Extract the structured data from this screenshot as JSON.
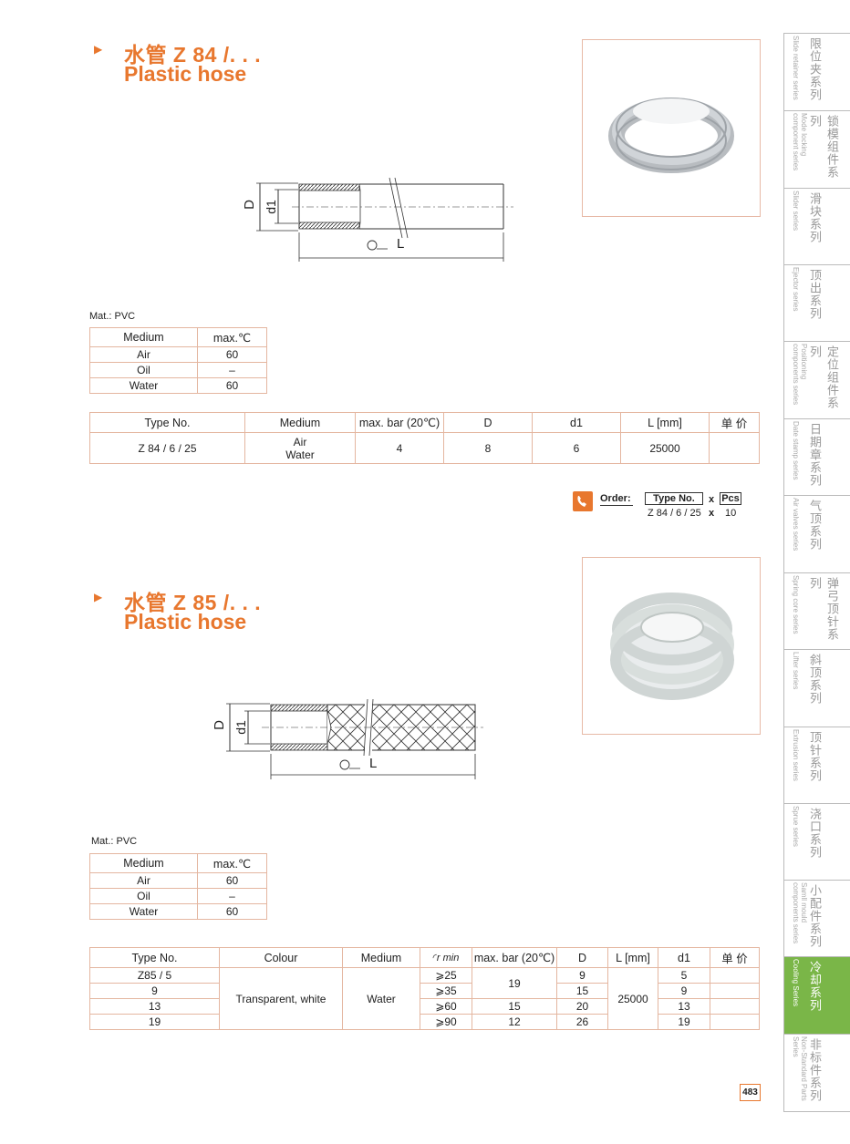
{
  "section1": {
    "title_cn": "水管 Z 84 /. . .",
    "title_en": "Plastic hose",
    "material": "Mat.: PVC",
    "medium_table": {
      "headers": [
        "Medium",
        "max.℃"
      ],
      "rows": [
        [
          "Air",
          "60"
        ],
        [
          "Oil",
          "–"
        ],
        [
          "Water",
          "60"
        ]
      ]
    },
    "spec_table": {
      "headers": [
        "Type No.",
        "Medium",
        "max. bar (20℃)",
        "D",
        "d1",
        "L [mm]",
        "单 价"
      ],
      "row": {
        "type": "Z 84 / 6 / 25",
        "medium_1": "Air",
        "medium_2": "Water",
        "max_bar": "4",
        "D": "8",
        "d1": "6",
        "L": "25000",
        "price": ""
      }
    },
    "diagram": {
      "label_D": "D",
      "label_d1": "d1",
      "label_L": "L"
    }
  },
  "order": {
    "label": "Order:",
    "type_header": "Type No.",
    "x": "x",
    "pcs_header": "Pcs",
    "type_value": "Z 84 / 6 / 25",
    "x2": "x",
    "pcs_value": "10"
  },
  "section2": {
    "title_cn": "水管 Z 85 /. . .",
    "title_en": "Plastic hose",
    "material": "Mat.: PVC",
    "medium_table": {
      "headers": [
        "Medium",
        "max.℃"
      ],
      "rows": [
        [
          "Air",
          "60"
        ],
        [
          "Oil",
          "–"
        ],
        [
          "Water",
          "60"
        ]
      ]
    },
    "spec_table": {
      "headers": [
        "Type No.",
        "Colour",
        "Medium",
        "r min",
        "max. bar (20℃)",
        "D",
        "L [mm]",
        "d1",
        "单 价"
      ],
      "colour": "Transparent, white",
      "medium": "Water",
      "L": "25000",
      "rows": [
        {
          "type": "Z85 /  5",
          "r": "⩾25",
          "bar": "19",
          "D": "9",
          "d1": "5"
        },
        {
          "type": "9",
          "r": "⩾35",
          "bar": "",
          "D": "15",
          "d1": "9"
        },
        {
          "type": "13",
          "r": "⩾60",
          "bar": "15",
          "D": "20",
          "d1": "13"
        },
        {
          "type": "19",
          "r": "⩾90",
          "bar": "12",
          "D": "26",
          "d1": "19"
        }
      ]
    },
    "diagram": {
      "label_D": "D",
      "label_d1": "d1",
      "label_L": "L"
    }
  },
  "sidebar": {
    "items": [
      {
        "cn": "限位夹系列",
        "en": "Slide retainer series"
      },
      {
        "cn": "锁模组件系列",
        "en": "Mode locking component series"
      },
      {
        "cn": "滑块系列",
        "en": "Slider series"
      },
      {
        "cn": "顶出系列",
        "en": "Ejector series"
      },
      {
        "cn": "定位组件系列",
        "en": "Positioning components series"
      },
      {
        "cn": "日期章系列",
        "en": "Date stamp series"
      },
      {
        "cn": "气顶系列",
        "en": "Air valves series"
      },
      {
        "cn": "弹弓顶针系列",
        "en": "Spring core series"
      },
      {
        "cn": "斜顶系列",
        "en": "Lifter series"
      },
      {
        "cn": "顶针系列",
        "en": "Extrusion series"
      },
      {
        "cn": "浇口系列",
        "en": "Sprue series"
      },
      {
        "cn": "小配件系列",
        "en": "Samll mould components series"
      },
      {
        "cn": "冷却系列",
        "en": "Cooling Series"
      },
      {
        "cn": "非标件系列",
        "en": "Non-Standard Parts Series"
      }
    ],
    "active_index": 12,
    "active_color": "#7ab648"
  },
  "page_number": "483",
  "colors": {
    "accent": "#e8772e",
    "table_border": "#e4b6a0"
  }
}
